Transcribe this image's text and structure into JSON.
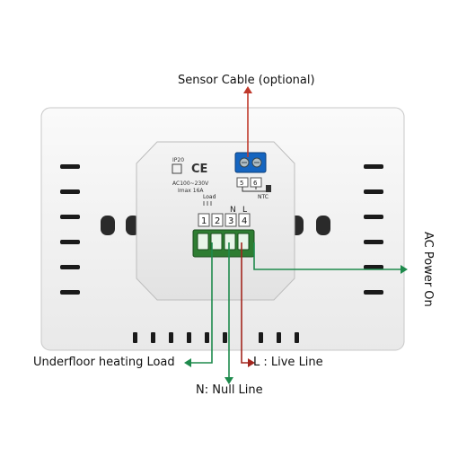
{
  "labels": {
    "sensor_cable": "Sensor Cable (optional)",
    "underfloor_load": "Underfloor heating Load",
    "live_line": "L : Live Line",
    "null_line": "N: Null Line",
    "ac_power": "AC Power On"
  },
  "module": {
    "ip_rating": "IP20",
    "ce_mark": "CE",
    "voltage": "AC100~230V",
    "current": "Imax 16A",
    "load_tag": "Load",
    "n_tag": "N",
    "l_tag": "L",
    "ntc_tag": "NTC",
    "sensor_terminals": [
      "5",
      "6"
    ],
    "main_terminals": [
      "1",
      "2",
      "3",
      "4"
    ]
  },
  "colors": {
    "sensor_line": "#c0392b",
    "load_line": "#1e8a4c",
    "null_line": "#1e8a4c",
    "live_line": "#a3261e",
    "ac_line": "#1e8a4c",
    "terminal_green": "#2e7d32",
    "sensor_block_blue": "#1565c0"
  }
}
